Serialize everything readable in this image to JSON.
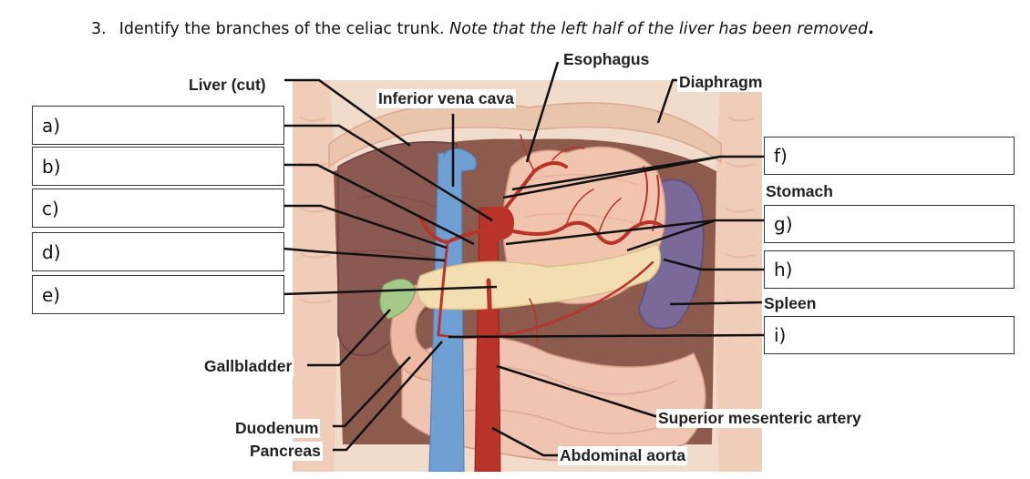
{
  "question": {
    "number": "3.",
    "text": "Identify the branches of the celiac trunk.",
    "note": "Note that the left half of the liver has been removed",
    "end": "."
  },
  "answer_boxes": [
    {
      "id": "a",
      "label": "a)"
    },
    {
      "id": "b",
      "label": "b)"
    },
    {
      "id": "c",
      "label": "c)"
    },
    {
      "id": "d",
      "label": "d)"
    },
    {
      "id": "e",
      "label": "e)"
    },
    {
      "id": "f",
      "label": "f)"
    },
    {
      "id": "g",
      "label": "g)"
    },
    {
      "id": "h",
      "label": "h)"
    },
    {
      "id": "i",
      "label": "i)"
    }
  ],
  "labels": {
    "liver": "Liver (cut)",
    "ivc": "Inferior vena cava",
    "esophagus": "Esophagus",
    "diaphragm": "Diaphragm",
    "stomach": "Stomach",
    "spleen": "Spleen",
    "gallbladder": "Gallbladder",
    "duodenum": "Duodenum",
    "pancreas": "Pancreas",
    "sma": "Superior mesenteric artery",
    "aorta": "Abdominal aorta"
  },
  "colors": {
    "artery": "#b8332a",
    "vein": "#6f9fd3",
    "liver": "#8a5a52",
    "stomach": "#f0c4ad",
    "pancreas": "#f2deb0",
    "spleen": "#7a6a9a",
    "gallbladder": "#a4c98a",
    "intestine": "#efc4b0",
    "body_wall": "#f5dcc8"
  }
}
